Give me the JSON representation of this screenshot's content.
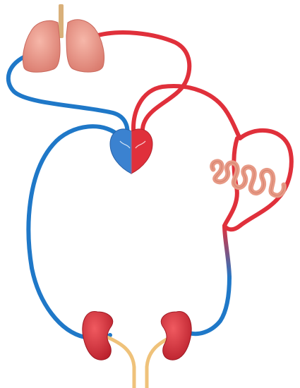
{
  "diagram": {
    "kind": "circulatory-system-schematic",
    "organs": [
      "lungs",
      "heart",
      "intestines",
      "kidneys"
    ],
    "colors": {
      "oxygenated_blood": "#e0303b",
      "deoxygenated_blood": "#1f78c8",
      "lungs": "#e89a8a",
      "heart_left": "#e0303b",
      "heart_right": "#3b82d0",
      "intestines": "#e79a86",
      "kidneys": "#d8323a",
      "ureters": "#efc27a",
      "trachea": "#d9b07a",
      "background": "#ffffff"
    }
  }
}
